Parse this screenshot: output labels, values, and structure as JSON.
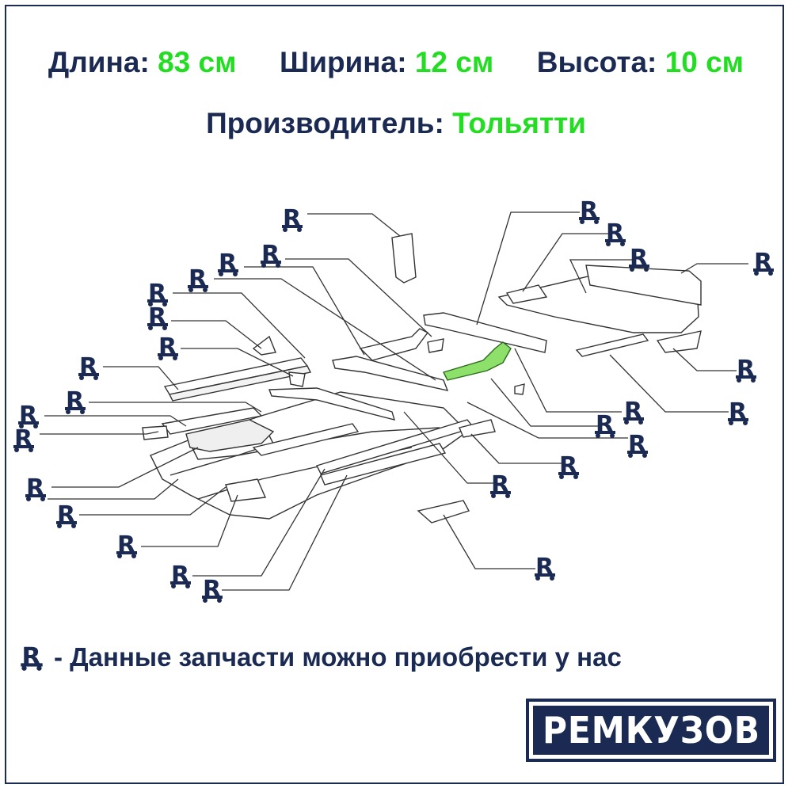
{
  "specs": {
    "length_label": "Длина:",
    "length_value": "83 см",
    "width_label": "Ширина:",
    "width_value": "12 см",
    "height_label": "Высота:",
    "height_value": "10 см",
    "maker_label": "Производитель:",
    "maker_value": "Тольятти"
  },
  "legend": {
    "icon": "remkuzov-r-icon",
    "text": "- Данные запчасти можно приобрести у нас"
  },
  "brand": {
    "logo_text": "РЕМКУЗОВ"
  },
  "colors": {
    "navy": "#1a2a52",
    "green": "#22dd22",
    "part_highlight": "#8de06a"
  }
}
